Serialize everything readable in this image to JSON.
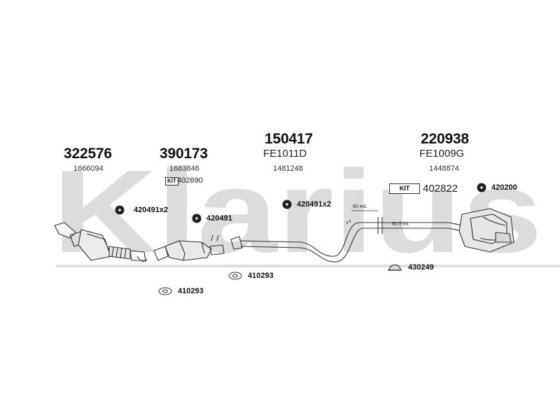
{
  "watermark": {
    "text": "Klarius"
  },
  "parts": {
    "p1": {
      "number": "322576",
      "ref": "1666094"
    },
    "p2": {
      "number": "390173",
      "ref": "1683846",
      "kit_label": "KIT",
      "kit_value": "402690"
    },
    "p3": {
      "number": "150417",
      "alt_ref": "FE1011D",
      "ref": "1481248"
    },
    "p4": {
      "number": "220938",
      "alt_ref": "FE1009G",
      "ref": "1448874",
      "kit_label": "KIT",
      "kit_value": "402822"
    }
  },
  "fittings": {
    "f1": "420491x2",
    "f2": "420491",
    "f3": "420491x2",
    "f4": "420200",
    "f5": "430249",
    "f6": "410293",
    "f7": "410293"
  },
  "dimensions": {
    "ext": "60 ext.",
    "int": "60.5 int."
  }
}
